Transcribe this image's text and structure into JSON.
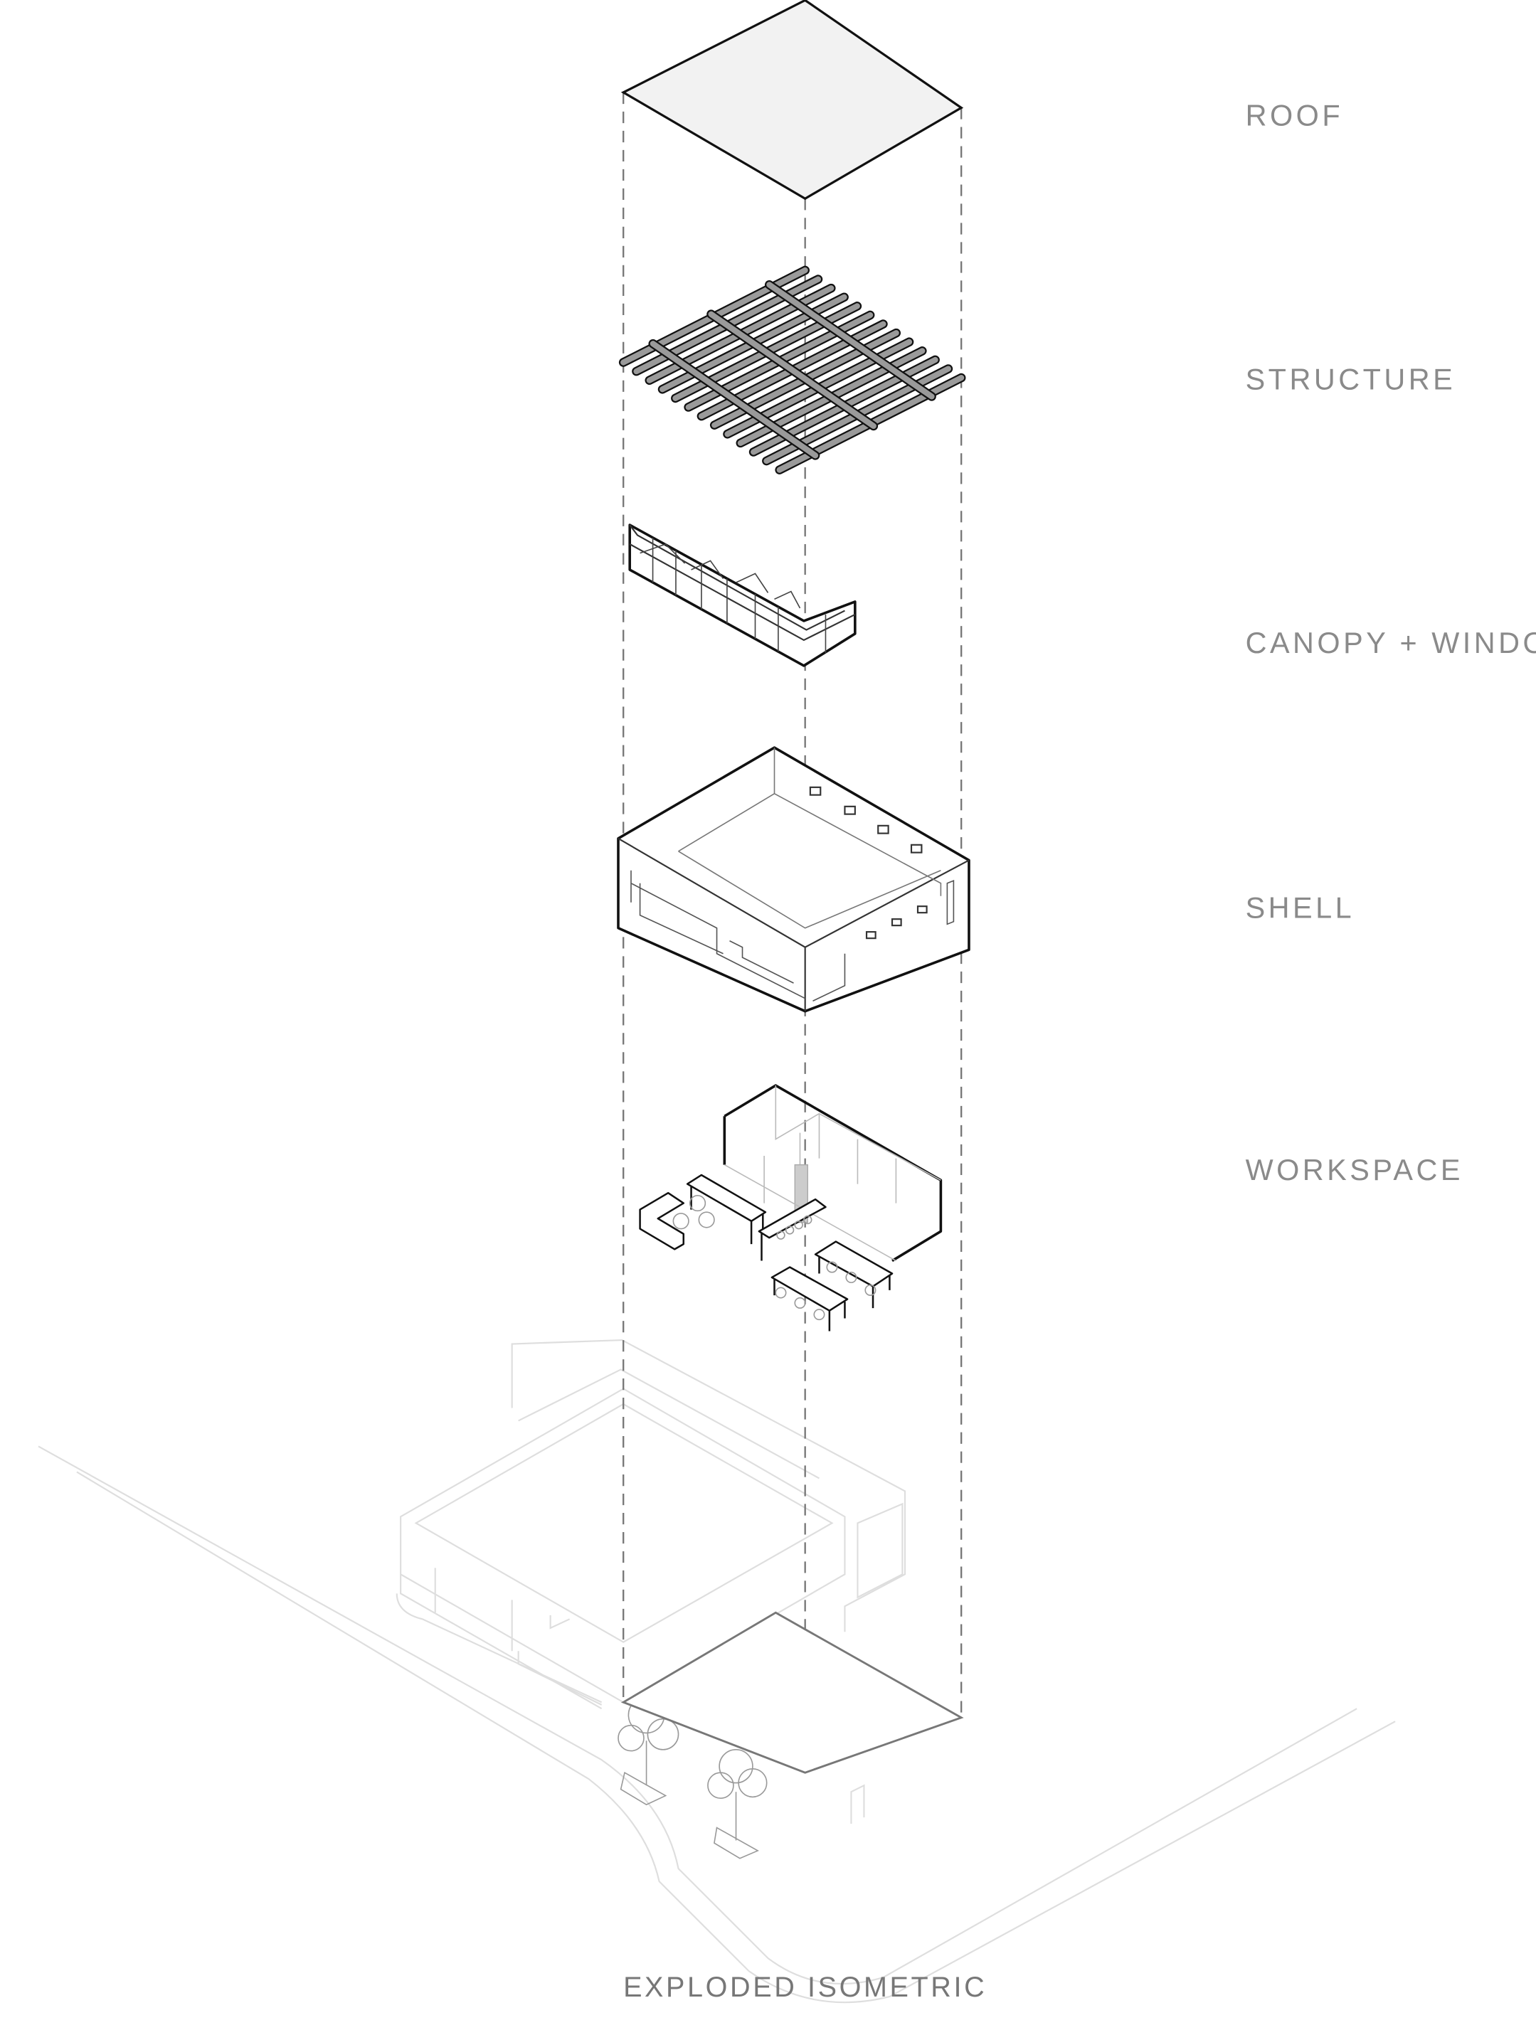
{
  "title": "EXPLODED ISOMETRIC",
  "layers": [
    {
      "label": "ROOF"
    },
    {
      "label": "STRUCTURE"
    },
    {
      "label": "CANOPY + WINDOWS"
    },
    {
      "label": "SHELL"
    },
    {
      "label": "WORKSPACE"
    }
  ],
  "structure": {
    "cross_beams": 3,
    "joists": 13
  },
  "colors": {
    "ink": "#111111",
    "label": "#8a8a8a",
    "context": "#dedede",
    "roof_fill": "#f2f2f2"
  }
}
